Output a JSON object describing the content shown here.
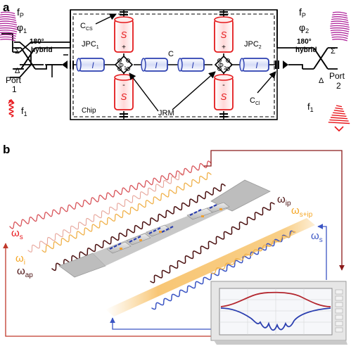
{
  "panel_a": {
    "label": "a",
    "left": {
      "fp": "f",
      "fp_sub": "P",
      "phi": "φ",
      "phi_sub": "1",
      "hybrid_line1": "180°",
      "hybrid_line2": "hybrid",
      "sigma": "Σ",
      "delta": "Δ",
      "port_line1": "Port",
      "port_line2": "1",
      "f1": "f",
      "f1_sub": "1"
    },
    "right": {
      "fp": "f",
      "fp_sub": "P",
      "phi": "φ",
      "phi_sub": "2",
      "hybrid_line1": "180°",
      "hybrid_line2": "hybrid",
      "sigma": "Σ",
      "delta": "Δ",
      "port_line1": "Port",
      "port_line2": "2",
      "f1": "f",
      "f1_sub": "1"
    },
    "c_cs": "C",
    "c_cs_sub": "CS",
    "c_cl": "C",
    "c_cl_sub": "Cl",
    "jpc1": "JPC",
    "jpc1_sub": "1",
    "jpc2": "JPC",
    "jpc2_sub": "2",
    "coupler": "C",
    "phi1": "Φ",
    "phi1_sub": "1",
    "phi2": "Φ",
    "phi2_sub": "2",
    "jrm": "JRM",
    "chip": "Chip",
    "cap_S": "S",
    "cap_plus": "+",
    "cap_minus": "-",
    "inductor_I": "I"
  },
  "panel_b": {
    "label": "b",
    "omega": "ω",
    "waves": {
      "s_left": "s",
      "i": "i",
      "ap": "ap",
      "ip": "ip",
      "s_plus_ip": "s+ip",
      "s_right": "s"
    }
  },
  "colors": {
    "resonator_red": "#e41a1c",
    "inductor_blue": "#2b3fb0",
    "pump_magenta": "#b0279c",
    "signal_red": "#e8171c",
    "wave_dark_red": "#8b1a1a",
    "wave_orange": "#f5a623",
    "wave_brown": "#4a1010",
    "wave_blue": "#3b55c4",
    "beam_orange": "#f7c36a"
  }
}
